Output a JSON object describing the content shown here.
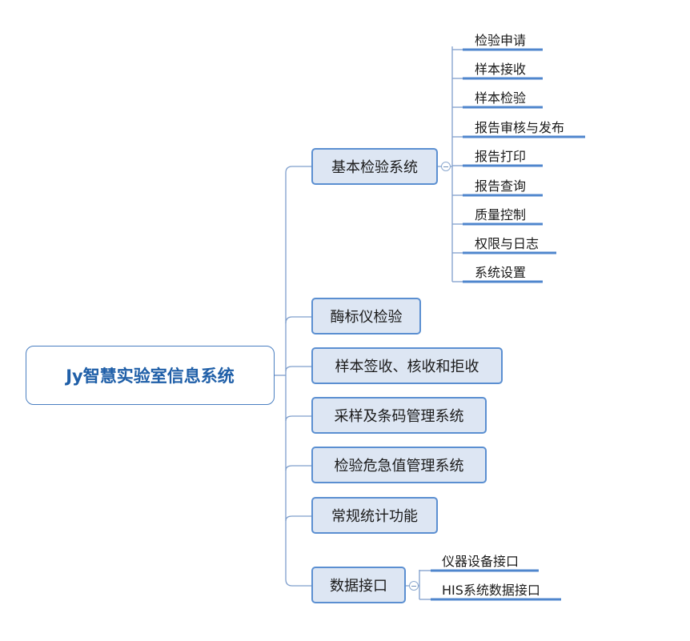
{
  "root": {
    "label": "Jy智慧实验室信息系统"
  },
  "branches": [
    {
      "label": "基本检验系统",
      "children": [
        "检验申请",
        "样本接收",
        "样本检验",
        "报告审核与发布",
        "报告打印",
        "报告查询",
        "质量控制",
        "权限与日志",
        "系统设置"
      ]
    },
    {
      "label": "酶标仪检验",
      "children": []
    },
    {
      "label": "样本签收、核收和拒收",
      "children": []
    },
    {
      "label": "采样及条码管理系统",
      "children": []
    },
    {
      "label": "检验危急值管理系统",
      "children": []
    },
    {
      "label": "常规统计功能",
      "children": []
    },
    {
      "label": "数据接口",
      "children": [
        "仪器设备接口",
        "HIS系统数据接口"
      ]
    }
  ],
  "colors": {
    "root_border": "#4a7fc1",
    "root_text": "#1f5fa8",
    "node_fill": "#dde6f3",
    "node_border": "#5b8fd1",
    "connector": "#7f9fcc",
    "leaf_underline": "#4f86cd"
  }
}
